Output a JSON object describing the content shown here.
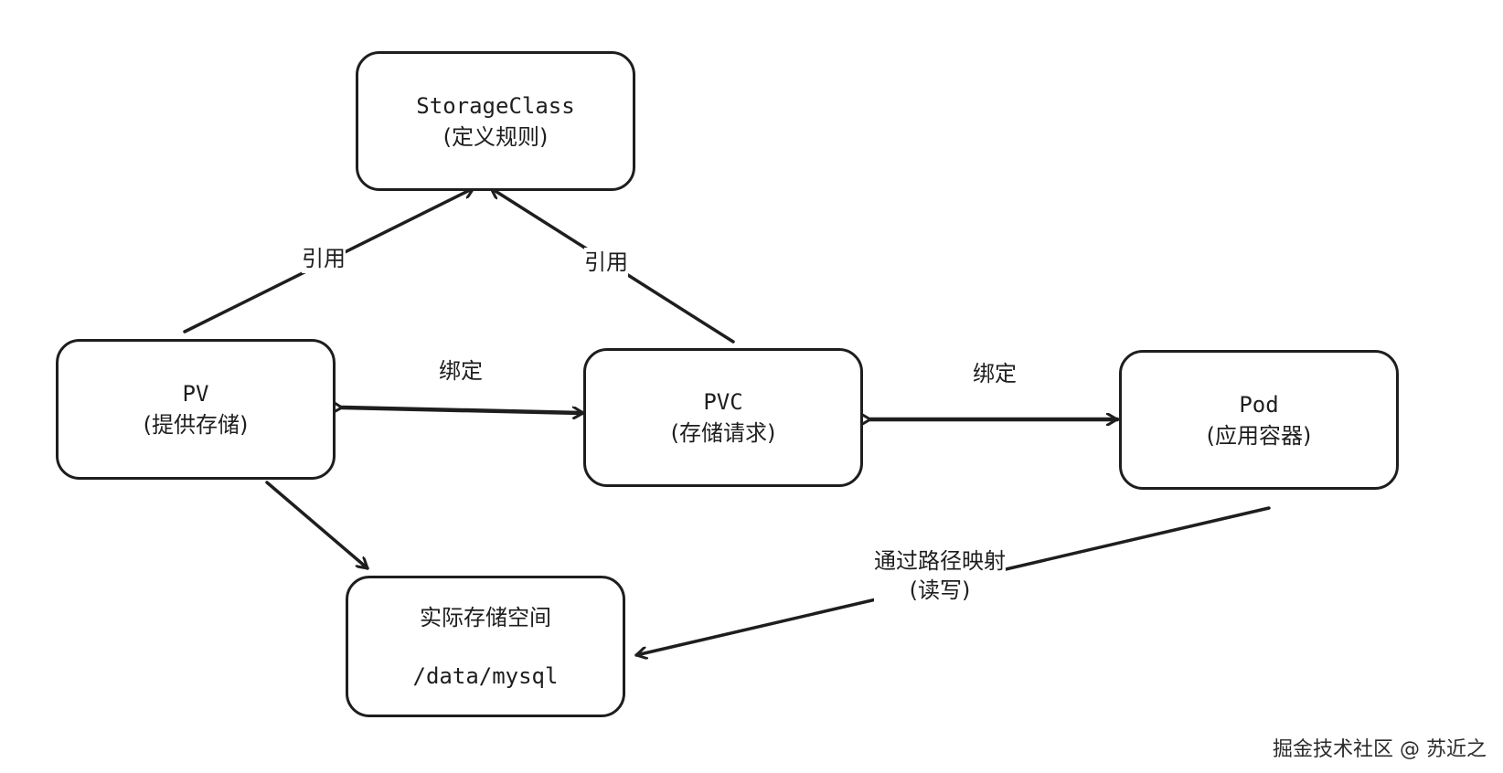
{
  "nodes": {
    "storageclass": {
      "title": "StorageClass",
      "subtitle": "(定义规则)"
    },
    "pv": {
      "title": "PV",
      "subtitle": "(提供存储)"
    },
    "pvc": {
      "title": "PVC",
      "subtitle": "(存储请求)"
    },
    "pod": {
      "title": "Pod",
      "subtitle": "(应用容器)"
    },
    "actual_storage": {
      "title": "实际存储空间",
      "path": "/data/mysql"
    }
  },
  "edges": {
    "pv_to_storageclass": "引用",
    "pvc_to_storageclass": "引用",
    "pv_pvc": "绑定",
    "pvc_pod": "绑定",
    "pod_to_storage": {
      "line1": "通过路径映射",
      "line2": "(读写)"
    }
  },
  "watermark": "掘金技术社区 @ 苏近之"
}
